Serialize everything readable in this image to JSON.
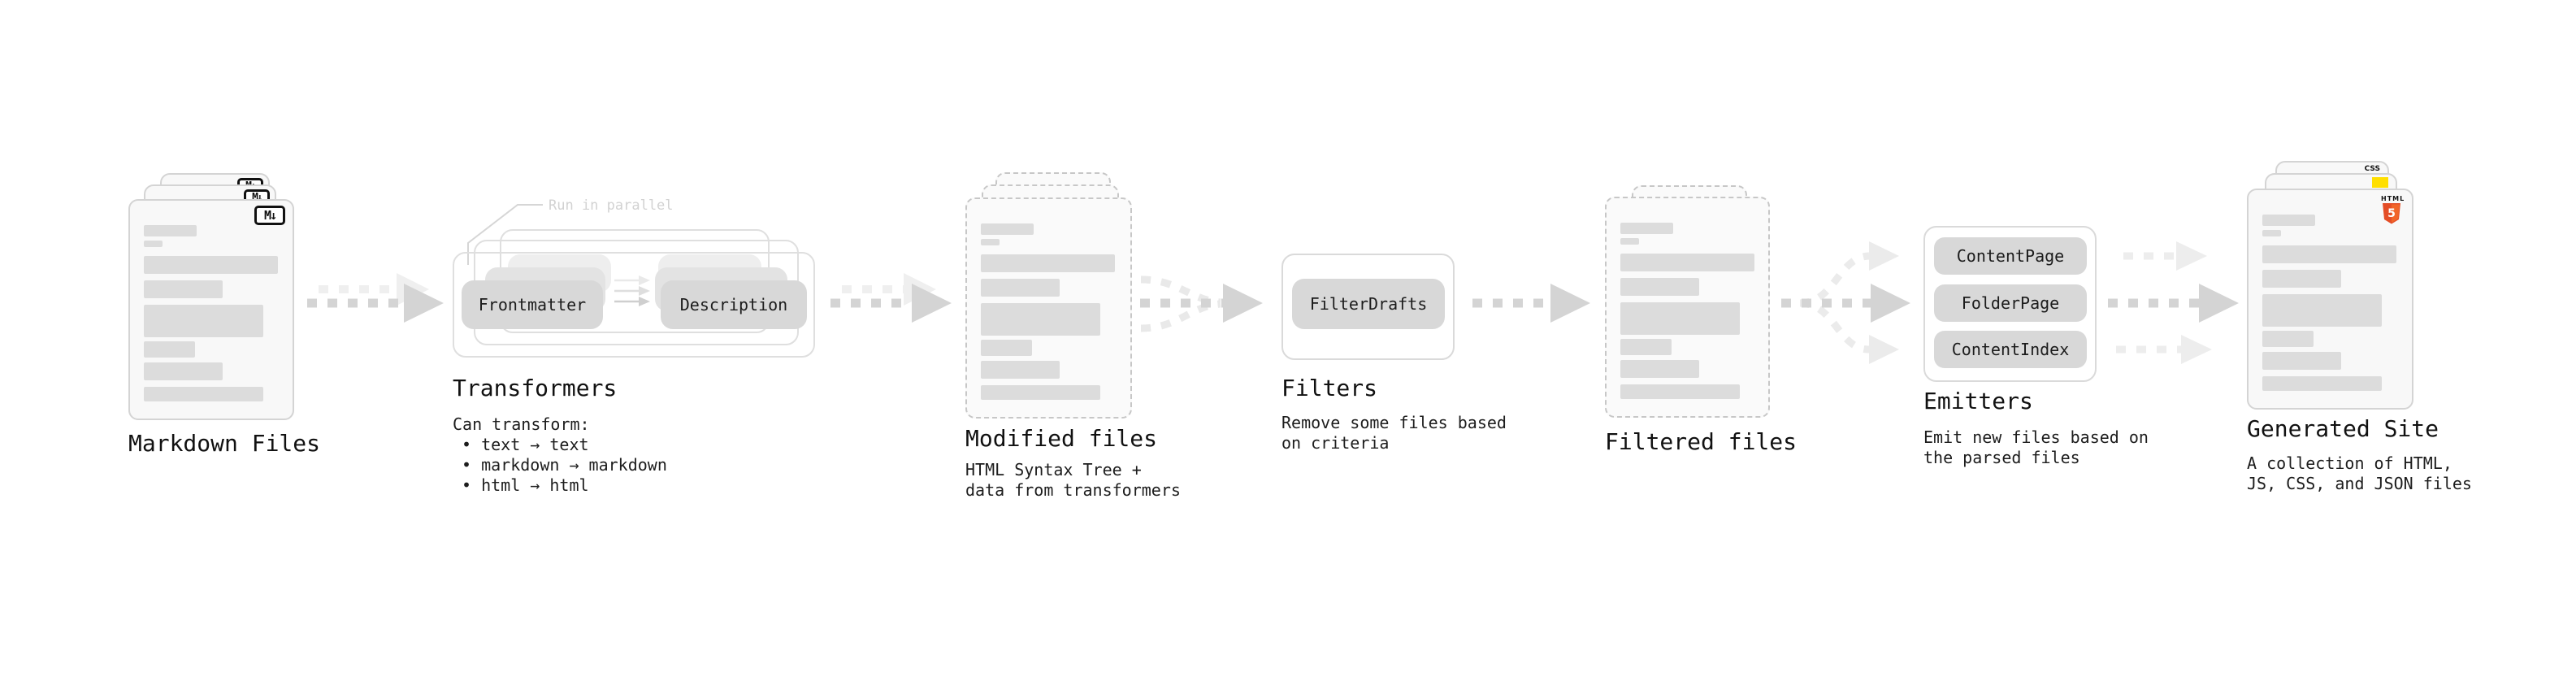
{
  "stages": {
    "markdown": {
      "label": "Markdown Files",
      "badge": "M↓"
    },
    "transformers": {
      "label": "Transformers",
      "note": "Run in parallel",
      "pills": [
        "Frontmatter",
        "Description"
      ],
      "caption": "Can transform:",
      "bullets": [
        "• text → text",
        "• markdown → markdown",
        "• html → html"
      ]
    },
    "modified": {
      "label": "Modified files",
      "caption_lines": [
        "HTML Syntax Tree +",
        "data from transformers"
      ]
    },
    "filters": {
      "label": "Filters",
      "pills": [
        "FilterDrafts"
      ],
      "caption_lines": [
        "Remove some files based",
        "on criteria"
      ]
    },
    "filtered": {
      "label": "Filtered files"
    },
    "emitters": {
      "label": "Emitters",
      "pills": [
        "ContentPage",
        "FolderPage",
        "ContentIndex"
      ],
      "caption_lines": [
        "Emit new files based on",
        "the parsed files"
      ]
    },
    "generated": {
      "label": "Generated Site",
      "caption_lines": [
        "A collection of HTML,",
        "JS, CSS, and JSON files"
      ],
      "badges": {
        "html_word": "HTML",
        "html_number": "5",
        "css": "CSS"
      }
    }
  },
  "colors": {
    "html5_orange": "#e44d26",
    "html5_orange_light": "#f16529",
    "js_yellow": "#ffdf00",
    "css_blue": "#2962ff",
    "pill_gray": "#d8d8d8",
    "arrow_gray": "#d4d4d4",
    "arrow_light": "#ededed",
    "text_dark": "#111111"
  }
}
